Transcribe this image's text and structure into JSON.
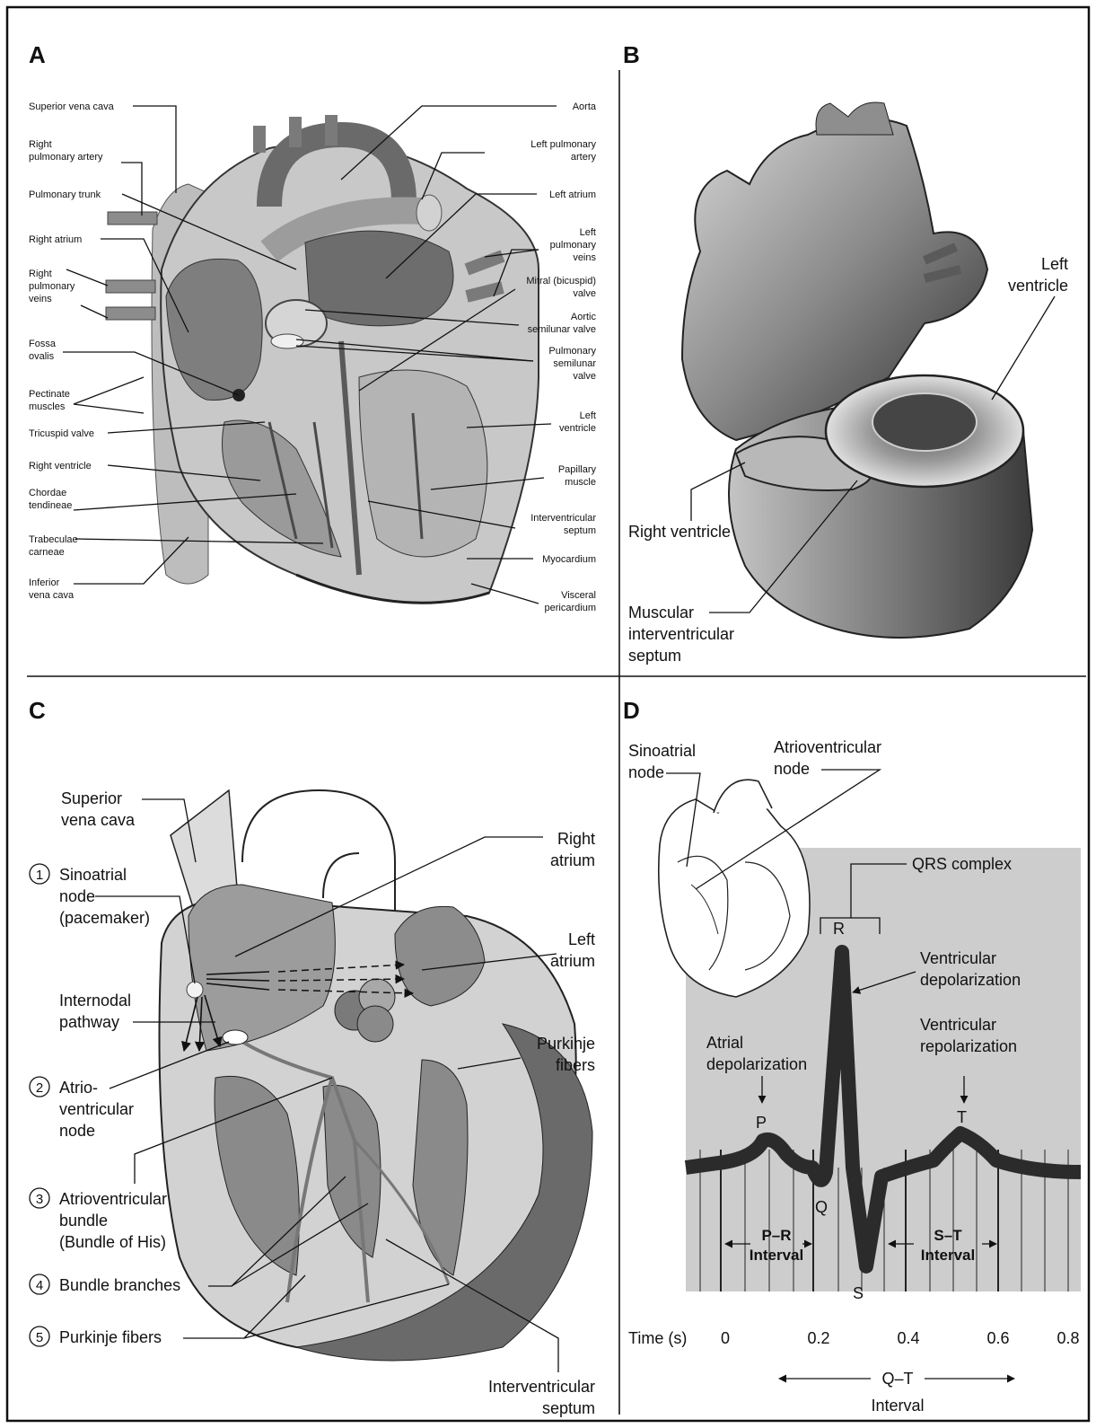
{
  "panels": {
    "a": {
      "letter": "A",
      "labels_left": {
        "superior_vena_cava": "Superior vena cava",
        "right_pulmonary_artery_1": "Right",
        "right_pulmonary_artery_2": "pulmonary artery",
        "pulmonary_trunk": "Pulmonary trunk",
        "right_atrium": "Right atrium",
        "right_pulmonary_veins_1": "Right",
        "right_pulmonary_veins_2": "pulmonary",
        "right_pulmonary_veins_3": "veins",
        "fossa_ovalis_1": "Fossa",
        "fossa_ovalis_2": "ovalis",
        "pectinate_muscles_1": "Pectinate",
        "pectinate_muscles_2": "muscles",
        "tricuspid_valve": "Tricuspid valve",
        "right_ventricle": "Right ventricle",
        "chordae_tendineae_1": "Chordae",
        "chordae_tendineae_2": "tendineae",
        "trabeculae_carneae_1": "Trabeculae",
        "trabeculae_carneae_2": "carneae",
        "inferior_vena_cava_1": "Inferior",
        "inferior_vena_cava_2": "vena cava"
      },
      "labels_right": {
        "aorta": "Aorta",
        "left_pulmonary_artery_1": "Left pulmonary",
        "left_pulmonary_artery_2": "artery",
        "left_atrium": "Left atrium",
        "left_pulmonary_veins_1": "Left",
        "left_pulmonary_veins_2": "pulmonary",
        "left_pulmonary_veins_3": "veins",
        "mitral_valve_1": "Mitral (bicuspid)",
        "mitral_valve_2": "valve",
        "aortic_valve_1": "Aortic",
        "aortic_valve_2": "semilunar valve",
        "pulmonary_valve_1": "Pulmonary",
        "pulmonary_valve_2": "semilunar",
        "pulmonary_valve_3": "valve",
        "left_ventricle_1": "Left",
        "left_ventricle_2": "ventricle",
        "papillary_muscle_1": "Papillary",
        "papillary_muscle_2": "muscle",
        "interventricular_septum_1": "Interventricular",
        "interventricular_septum_2": "septum",
        "myocardium": "Myocardium",
        "visceral_pericardium_1": "Visceral",
        "visceral_pericardium_2": "pericardium"
      }
    },
    "b": {
      "letter": "B",
      "left_ventricle_1": "Left",
      "left_ventricle_2": "ventricle",
      "right_ventricle": "Right ventricle",
      "muscular_septum_1": "Muscular",
      "muscular_septum_2": "interventricular",
      "muscular_septum_3": "septum"
    },
    "c": {
      "letter": "C",
      "superior_vena_cava_1": "Superior",
      "superior_vena_cava_2": "vena cava",
      "right_atrium_1": "Right",
      "right_atrium_2": "atrium",
      "left_atrium_1": "Left",
      "left_atrium_2": "atrium",
      "purkinje_right_1": "Purkinje",
      "purkinje_right_2": "fibers",
      "interventricular_septum_1": "Interventricular",
      "interventricular_septum_2": "septum",
      "steps": [
        {
          "num": "1",
          "lines": [
            "Sinoatrial",
            "node",
            "(pacemaker)"
          ]
        },
        {
          "num": "",
          "lines": [
            "Internodal",
            "pathway"
          ]
        },
        {
          "num": "2",
          "lines": [
            "Atrio-",
            "ventricular",
            "node"
          ]
        },
        {
          "num": "3",
          "lines": [
            "Atrioventricular",
            "bundle",
            "(Bundle of His)"
          ]
        },
        {
          "num": "4",
          "lines": [
            "Bundle branches"
          ]
        },
        {
          "num": "5",
          "lines": [
            "Purkinje fibers"
          ]
        }
      ]
    },
    "d": {
      "letter": "D",
      "sinoatrial_1": "Sinoatrial",
      "sinoatrial_2": "node",
      "av_node_1": "Atrioventricular",
      "av_node_2": "node",
      "qrs_complex": "QRS complex",
      "vent_depol_1": "Ventricular",
      "vent_depol_2": "depolarization",
      "atrial_depol_1": "Atrial",
      "atrial_depol_2": "depolarization",
      "vent_repol_1": "Ventricular",
      "vent_repol_2": "repolarization",
      "wave_p": "P",
      "wave_q": "Q",
      "wave_r": "R",
      "wave_s": "S",
      "wave_t": "T",
      "pr_interval_1": "P–R",
      "pr_interval_2": "Interval",
      "st_interval_1": "S–T",
      "st_interval_2": "Interval",
      "time_label": "Time (s)",
      "time_ticks": [
        "0",
        "0.2",
        "0.4",
        "0.6",
        "0.8"
      ],
      "qt_interval_1": "Q–T",
      "qt_interval_2": "Interval"
    }
  }
}
